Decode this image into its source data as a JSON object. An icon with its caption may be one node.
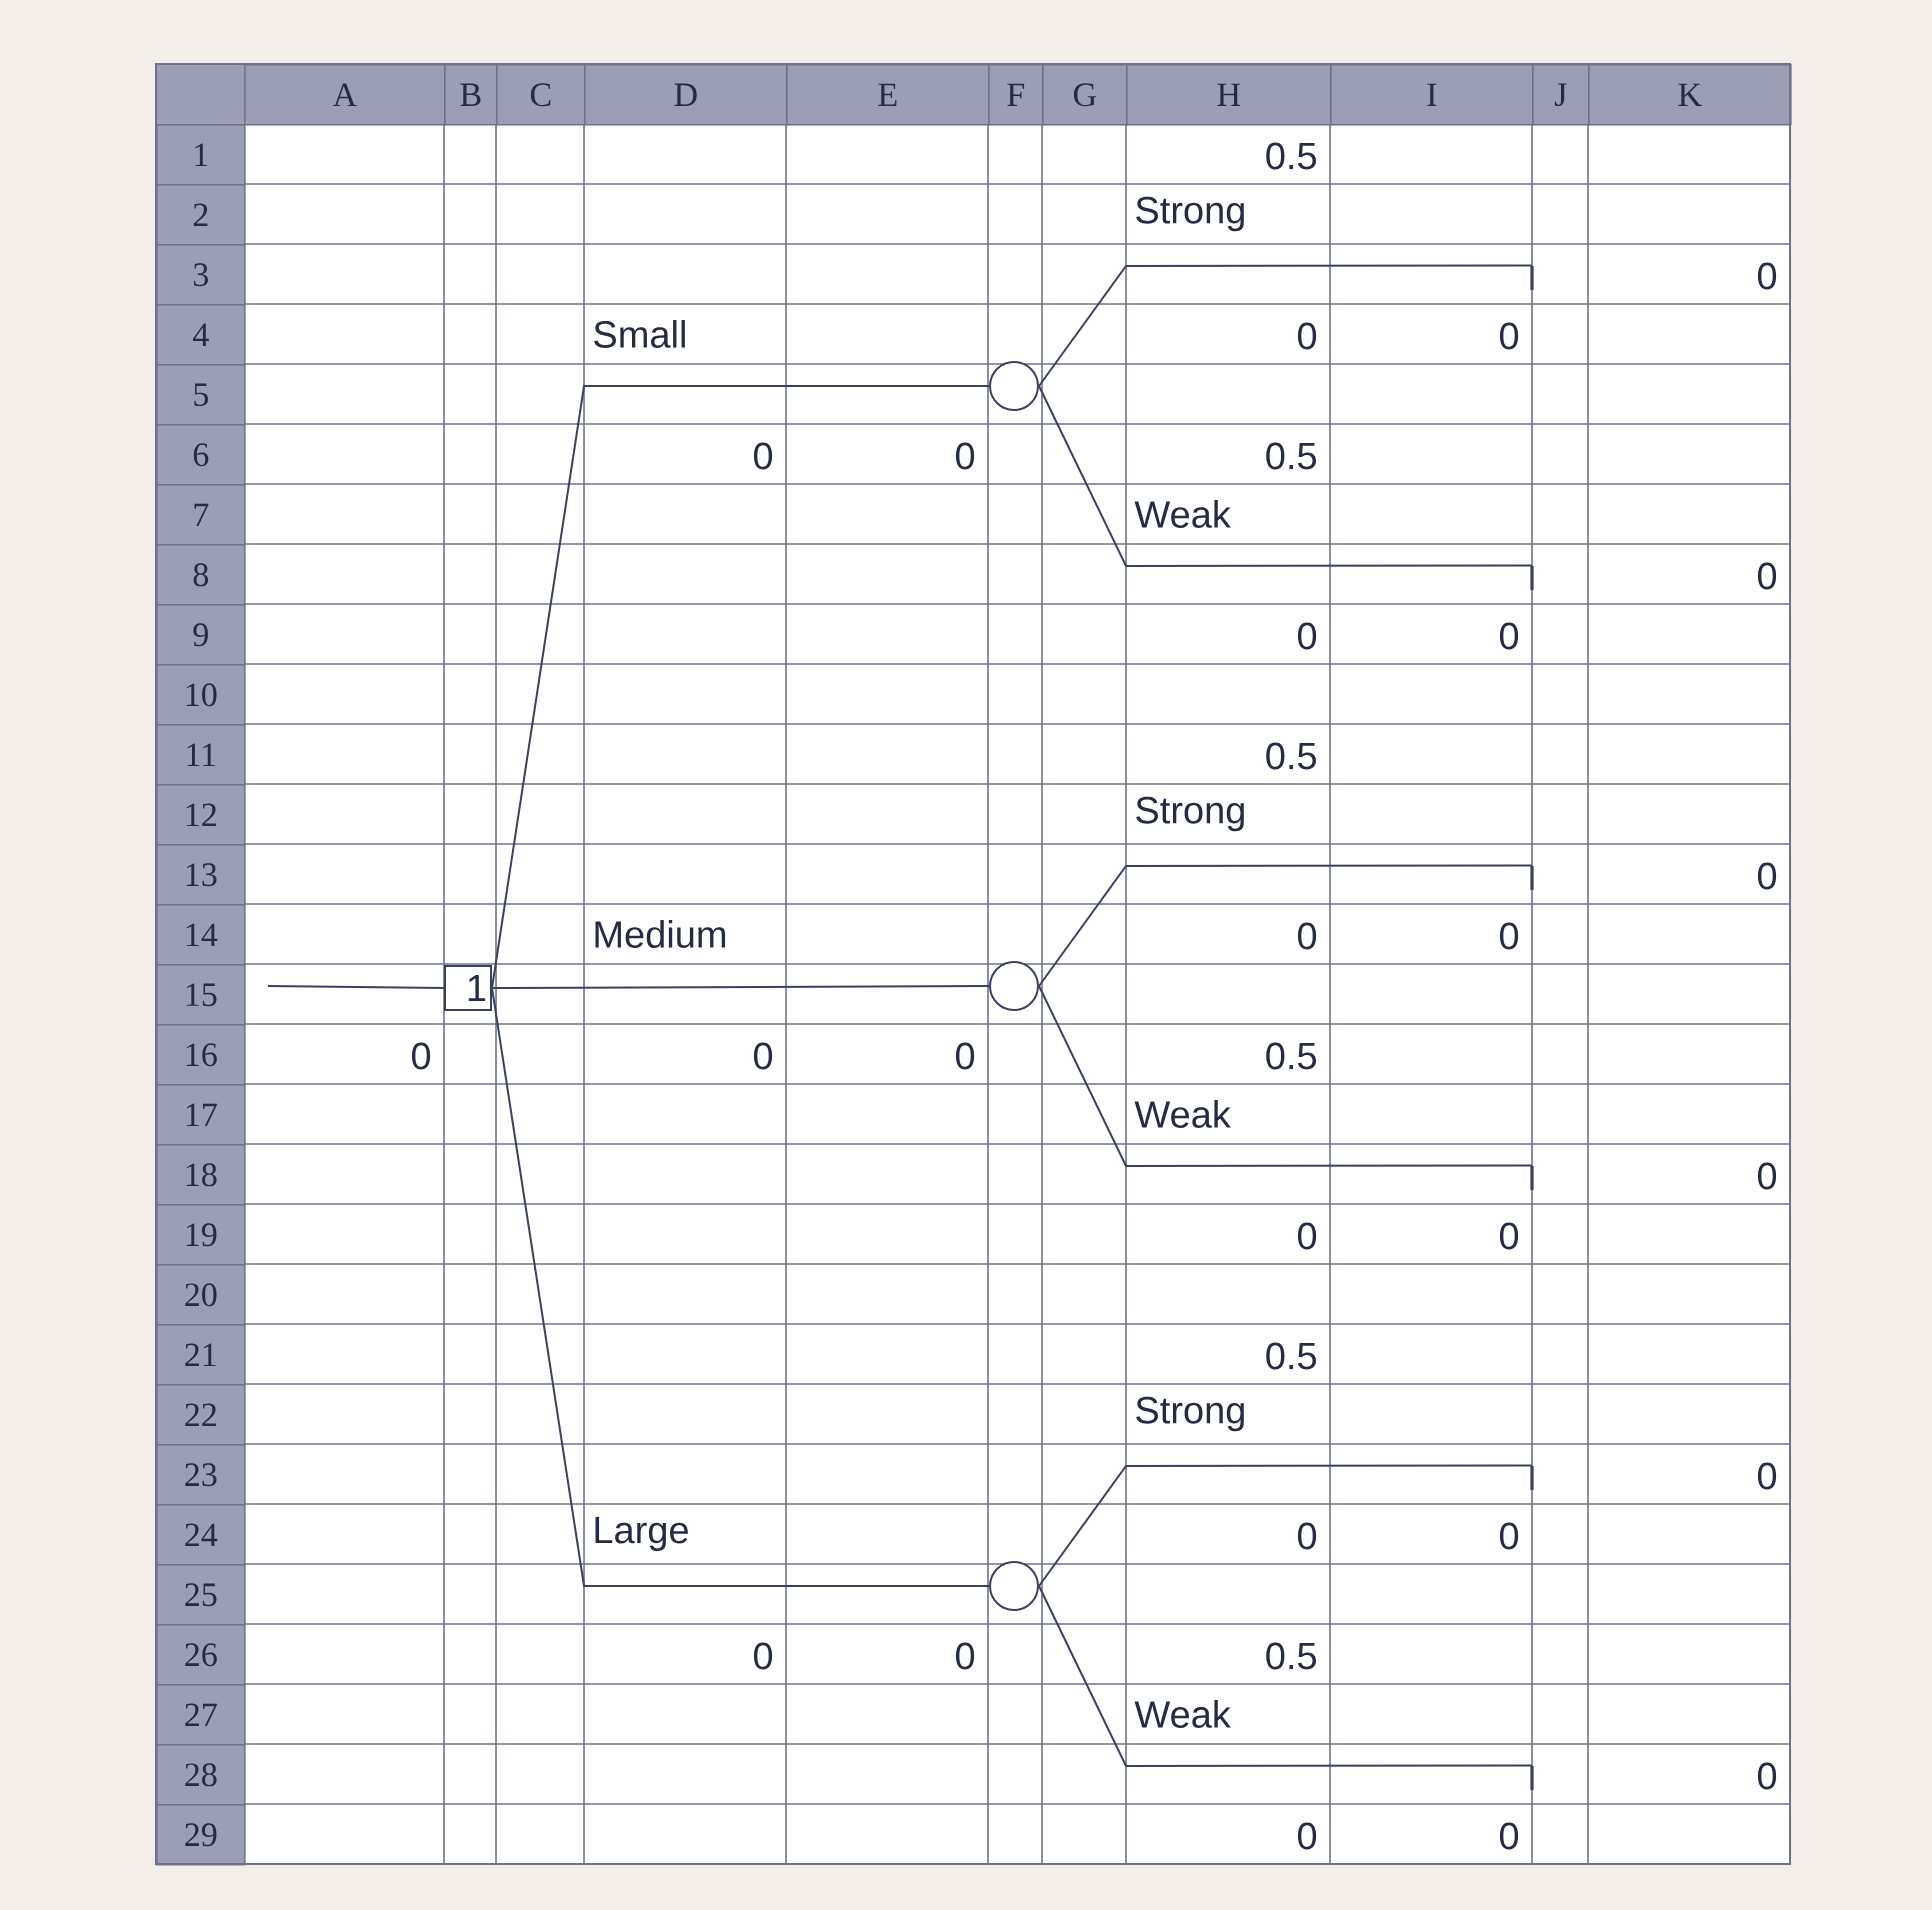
{
  "diagram": {
    "nodes": [
      {
        "text": [
          "1"
        ]
      },
      {
        "text": [],
        "shape": "circle"
      },
      {
        "text": [],
        "shape": "circle"
      },
      {
        "text": [],
        "shape": "circle"
      },
      {
        "text": [],
        "shape": "bar"
      },
      {
        "text": [],
        "shape": "bar"
      },
      {
        "text": [],
        "shape": "bar"
      },
      {
        "text": [],
        "shape": "bar"
      },
      {
        "text": [],
        "shape": "bar"
      },
      {
        "text": [],
        "shape": "bar"
      }
    ],
    "edges": [
      {
        "from": null,
        "to": 0,
        "arrow": "none"
      },
      {
        "from": 0,
        "to": 1,
        "arrow": "none",
        "label": "Small"
      },
      {
        "from": 0,
        "to": 2,
        "arrow": "none",
        "label": "Medium"
      },
      {
        "from": 0,
        "to": 3,
        "arrow": "none",
        "label": "Large"
      },
      {
        "from": 1,
        "to": 4,
        "arrow": "none",
        "label": "Strong"
      },
      {
        "from": 1,
        "to": 5,
        "arrow": "none",
        "label": "Weak"
      },
      {
        "from": 2,
        "to": 6,
        "arrow": "none",
        "label": "Strong"
      },
      {
        "from": 2,
        "to": 7,
        "arrow": "none",
        "label": "Weak"
      },
      {
        "from": 3,
        "to": 8,
        "arrow": "none",
        "label": "Strong"
      },
      {
        "from": 3,
        "to": 9,
        "arrow": "none",
        "label": "Weak"
      }
    ],
    "labels": [
      "A",
      "B",
      "C",
      "D",
      "E",
      "F",
      "G",
      "H",
      "I",
      "J",
      "K",
      "1",
      "0.5",
      "2",
      "3",
      "0",
      "4",
      "0",
      "0",
      "5",
      "6",
      "0",
      "0",
      "0.5",
      "7",
      "8",
      "0",
      "9",
      "0",
      "0",
      "10",
      "11",
      "0.5",
      "12",
      "13",
      "0",
      "14",
      "0",
      "0",
      "15",
      "16",
      "0",
      "0",
      "0",
      "0.5",
      "17",
      "18",
      "0",
      "19",
      "0",
      "0",
      "20",
      "21",
      "0.5",
      "22",
      "23",
      "0",
      "24",
      "0",
      "0",
      "25",
      "26",
      "0",
      "0",
      "0.5",
      "27",
      "28",
      "0",
      "29",
      "0",
      "0"
    ]
  }
}
